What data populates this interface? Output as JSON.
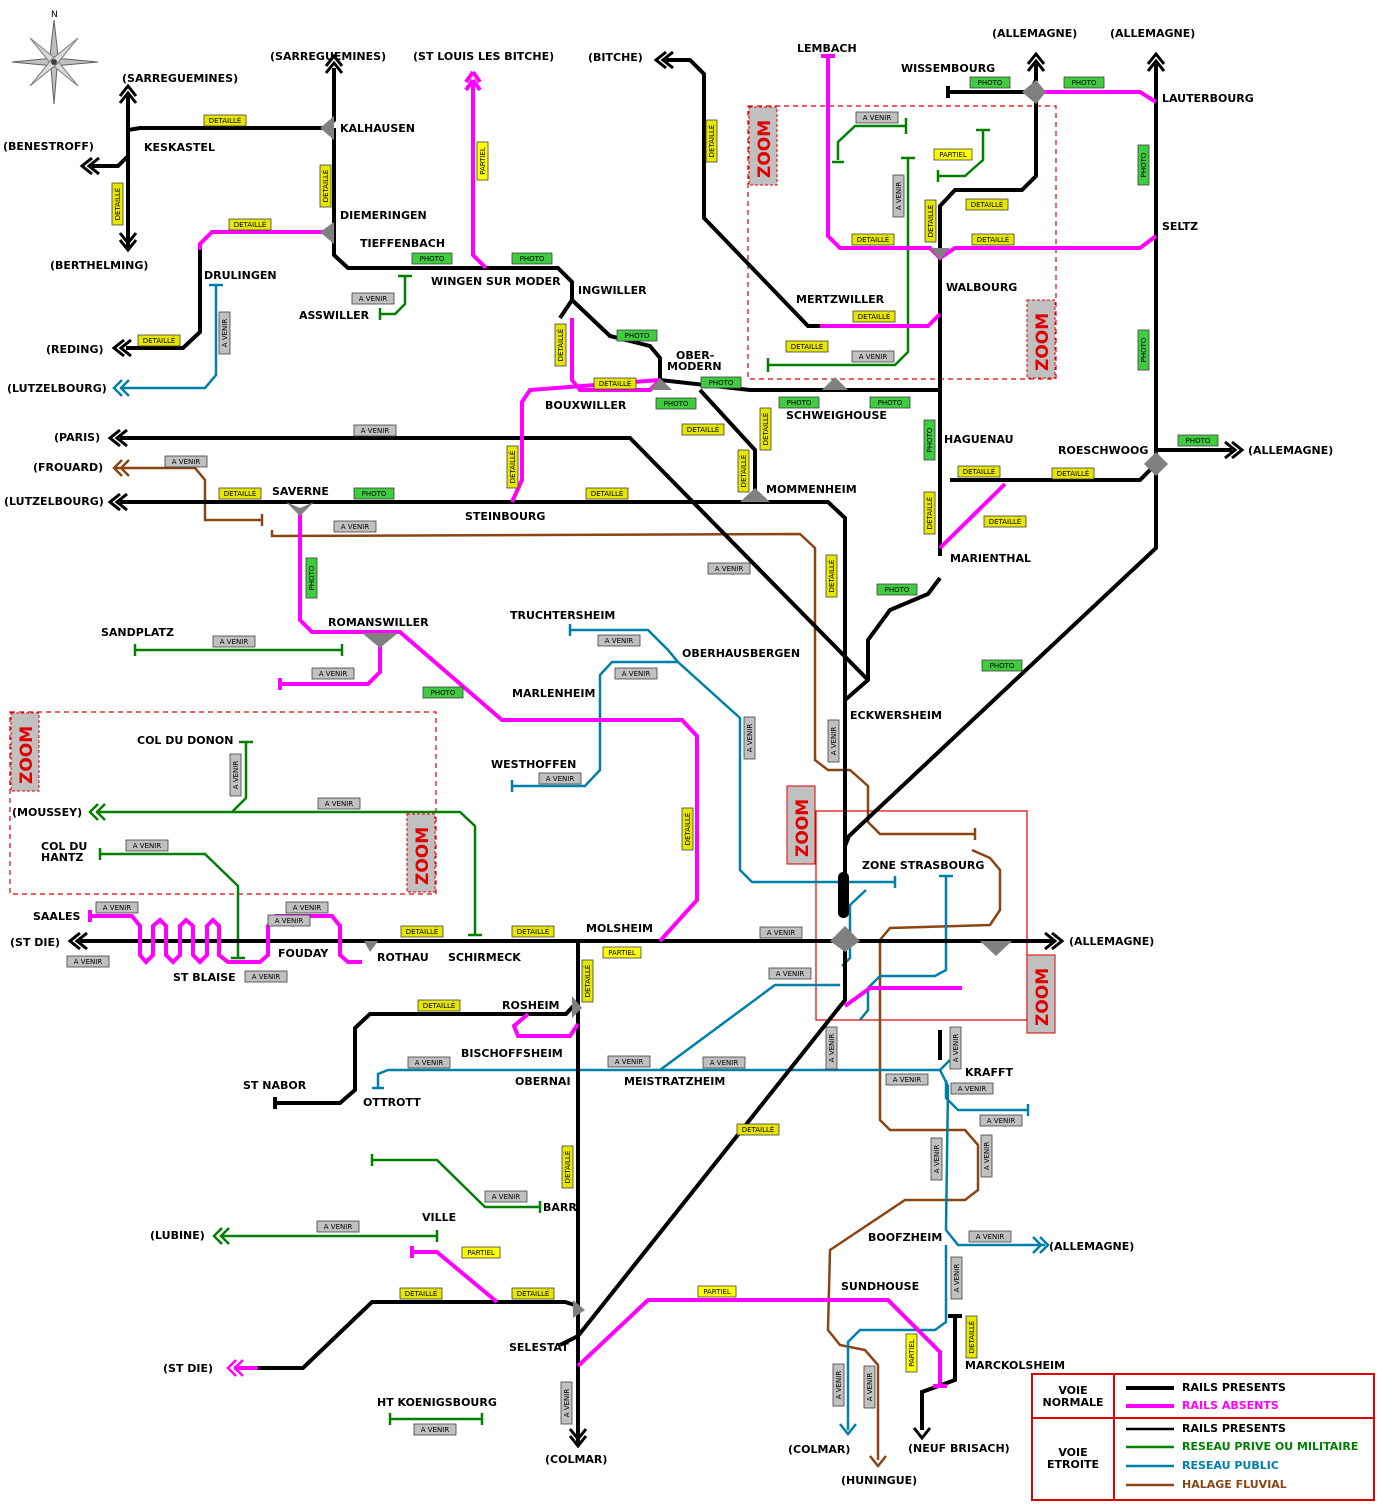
{
  "colors": {
    "rail": "#000000",
    "absent": "#ff00ff",
    "military": "#008000",
    "public": "#0080a8",
    "towpath": "#8b4513",
    "junction": "#808080",
    "detaille_bg": "#e6e600",
    "photo_bg": "#40cc40",
    "avenir_bg": "#c0c0c0",
    "partiel_bg": "#ffff00",
    "zoom_red": "#e00000"
  },
  "compass": {
    "north": "N",
    "icon": "compass-rose-icon"
  },
  "places": [
    {
      "id": "benestroff",
      "text": "(BENESTROFF)"
    },
    {
      "id": "sarreguemines1",
      "text": "(SARREGUEMINES)"
    },
    {
      "id": "sarreguemines2",
      "text": "(SARREGUEMINES)"
    },
    {
      "id": "st-louis",
      "text": "(ST LOUIS LES BITCHE)"
    },
    {
      "id": "bitche",
      "text": "(BITCHE)"
    },
    {
      "id": "lembach",
      "text": "LEMBACH"
    },
    {
      "id": "wissembourg",
      "text": "WISSEMBOURG"
    },
    {
      "id": "allemagne1",
      "text": "(ALLEMAGNE)"
    },
    {
      "id": "allemagne2",
      "text": "(ALLEMAGNE)"
    },
    {
      "id": "lauterbourg",
      "text": "LAUTERBOURG"
    },
    {
      "id": "keskastel",
      "text": "KESKASTEL"
    },
    {
      "id": "kalhausen",
      "text": "KALHAUSEN"
    },
    {
      "id": "diemeringen",
      "text": "DIEMERINGEN"
    },
    {
      "id": "tieffenbach",
      "text": "TIEFFENBACH"
    },
    {
      "id": "berthelming",
      "text": "(BERTHELMING)"
    },
    {
      "id": "drulingen",
      "text": "DRULINGEN"
    },
    {
      "id": "wingen",
      "text": "WINGEN SUR MODER"
    },
    {
      "id": "asswiller",
      "text": "ASSWILLER"
    },
    {
      "id": "ingwiller",
      "text": "INGWILLER"
    },
    {
      "id": "seltz",
      "text": "SELTZ"
    },
    {
      "id": "walbourg",
      "text": "WALBOURG"
    },
    {
      "id": "mertzwiller",
      "text": "MERTZWILLER"
    },
    {
      "id": "reding",
      "text": "(REDING)"
    },
    {
      "id": "obermodern1",
      "text": "OBER-"
    },
    {
      "id": "obermodern2",
      "text": "MODERN"
    },
    {
      "id": "lutzelbourg1",
      "text": "(LUTZELBOURG)"
    },
    {
      "id": "bouxwiller",
      "text": "BOUXWILLER"
    },
    {
      "id": "schweighouse",
      "text": "SCHWEIGHOUSE"
    },
    {
      "id": "paris",
      "text": "(PARIS)"
    },
    {
      "id": "haguenau",
      "text": "HAGUENAU"
    },
    {
      "id": "roeschwoog",
      "text": "ROESCHWOOG"
    },
    {
      "id": "allemagne3",
      "text": "(ALLEMAGNE)"
    },
    {
      "id": "frouard",
      "text": "(FROUARD)"
    },
    {
      "id": "saverne",
      "text": "SAVERNE"
    },
    {
      "id": "lutzelbourg2",
      "text": "(LUTZELBOURG)"
    },
    {
      "id": "mommenheim",
      "text": "MOMMENHEIM"
    },
    {
      "id": "steinbourg",
      "text": "STEINBOURG"
    },
    {
      "id": "marienthal",
      "text": "MARIENTHAL"
    },
    {
      "id": "truchtersheim",
      "text": "TRUCHTERSHEIM"
    },
    {
      "id": "sandplatz",
      "text": "SANDPLATZ"
    },
    {
      "id": "romanswiller",
      "text": "ROMANSWILLER"
    },
    {
      "id": "oberhausbergen",
      "text": "OBERHAUSBERGEN"
    },
    {
      "id": "marlenheim",
      "text": "MARLENHEIM"
    },
    {
      "id": "eckwersheim",
      "text": "ECKWERSHEIM"
    },
    {
      "id": "coldonon",
      "text": "COL DU DONON"
    },
    {
      "id": "westhoffen",
      "text": "WESTHOFFEN"
    },
    {
      "id": "moussey",
      "text": "(MOUSSEY)"
    },
    {
      "id": "colhantz1",
      "text": "COL DU"
    },
    {
      "id": "colhantz2",
      "text": "HANTZ"
    },
    {
      "id": "zonestrasbourg",
      "text": "ZONE STRASBOURG"
    },
    {
      "id": "saales",
      "text": "SAALES"
    },
    {
      "id": "molsheim",
      "text": "MOLSHEIM"
    },
    {
      "id": "stdie1",
      "text": "(ST DIE)"
    },
    {
      "id": "fouday",
      "text": "FOUDAY"
    },
    {
      "id": "rothau",
      "text": "ROTHAU"
    },
    {
      "id": "schirmeck",
      "text": "SCHIRMECK"
    },
    {
      "id": "allemagne4",
      "text": "(ALLEMAGNE)"
    },
    {
      "id": "stblaise",
      "text": "ST BLAISE"
    },
    {
      "id": "rosheim",
      "text": "ROSHEIM"
    },
    {
      "id": "bischoffsheim",
      "text": "BISCHOFFSHEIM"
    },
    {
      "id": "obernai",
      "text": "OBERNAI"
    },
    {
      "id": "meistratzheim",
      "text": "MEISTRATZHEIM"
    },
    {
      "id": "krafft",
      "text": "KRAFFT"
    },
    {
      "id": "stnabor",
      "text": "ST NABOR"
    },
    {
      "id": "ottrott",
      "text": "OTTROTT"
    },
    {
      "id": "barr",
      "text": "BARR"
    },
    {
      "id": "ville",
      "text": "VILLE"
    },
    {
      "id": "lubine",
      "text": "(LUBINE)"
    },
    {
      "id": "boofzheim",
      "text": "BOOFZHEIM"
    },
    {
      "id": "allemagne5",
      "text": "(ALLEMAGNE)"
    },
    {
      "id": "sundhouse",
      "text": "SUNDHOUSE"
    },
    {
      "id": "selestat",
      "text": "SELESTAT"
    },
    {
      "id": "marckolsheim",
      "text": "MARCKOLSHEIM"
    },
    {
      "id": "stdie2",
      "text": "(ST DIE)"
    },
    {
      "id": "htkoenigsbourg",
      "text": "HT KOENIGSBOURG"
    },
    {
      "id": "colmar1",
      "text": "(COLMAR)"
    },
    {
      "id": "colmar2",
      "text": "(COLMAR)"
    },
    {
      "id": "neufbrisach",
      "text": "(NEUF BRISACH)"
    },
    {
      "id": "huningue",
      "text": "(HUNINGUE)"
    }
  ],
  "tags": {
    "detaille": "DETAILLÉ",
    "photo": "PHOTO",
    "avenir": "A VENIR",
    "partiel": "PARTIEL"
  },
  "zoom_label": "ZOOM",
  "legend": {
    "voie_normale_1": "VOIE",
    "voie_normale_2": "NORMALE",
    "voie_etroite_1": "VOIE",
    "voie_etroite_2": "ETROITE",
    "items": [
      {
        "id": "rails-presents-normal",
        "text": "RAILS PRESENTS",
        "color": "#000000"
      },
      {
        "id": "rails-absents",
        "text": "RAILS ABSENTS",
        "color": "#ff00ff"
      },
      {
        "id": "rails-presents-etroit",
        "text": "RAILS PRESENTS",
        "color": "#000000"
      },
      {
        "id": "reseau-prive",
        "text": "RESEAU PRIVE OU MILITAIRE",
        "color": "#008000"
      },
      {
        "id": "reseau-public",
        "text": "RESEAU PUBLIC",
        "color": "#0080a8"
      },
      {
        "id": "halage",
        "text": "HALAGE FLUVIAL",
        "color": "#8b4513"
      }
    ]
  }
}
